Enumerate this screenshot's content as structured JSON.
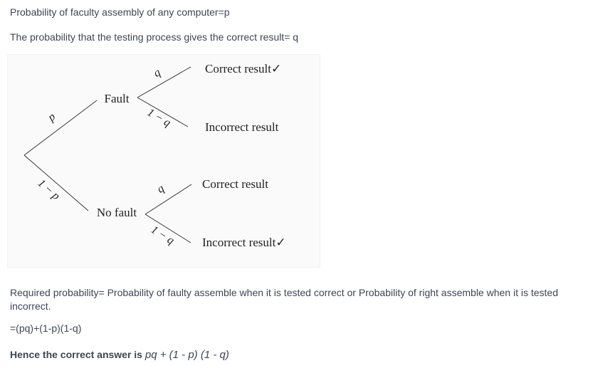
{
  "intro": {
    "line1": "Probability of faculty assembly of any computer=p",
    "line2": "The probability that the testing process gives the correct result= q"
  },
  "tree": {
    "branches": [
      {
        "probability": "p",
        "node": "Fault",
        "outcomes": [
          {
            "probability": "q",
            "result": "Correct result",
            "check": "✓"
          },
          {
            "probability": "1 − q",
            "result": "Incorrect result",
            "check": ""
          }
        ]
      },
      {
        "probability": "1 − p",
        "node": "No fault",
        "outcomes": [
          {
            "probability": "q",
            "result": "Correct result",
            "check": ""
          },
          {
            "probability": "1 − q",
            "result": "Incorrect result",
            "check": "✓"
          }
        ]
      }
    ]
  },
  "solution": {
    "required_text": "Required probability= Probability of faulty assemble when it is tested correct or Probability of right assemble when it is tested incorrect.",
    "equation": "=(pq)+(1-p)(1-q)",
    "conclusion_prefix": "Hence the correct answer is ",
    "conclusion_formula": "pq + (1 - p) (1 - q)"
  },
  "colors": {
    "body_text": "#3e4554",
    "diagram_text": "#1f1f1f",
    "diagram_background": "#fafafa"
  }
}
